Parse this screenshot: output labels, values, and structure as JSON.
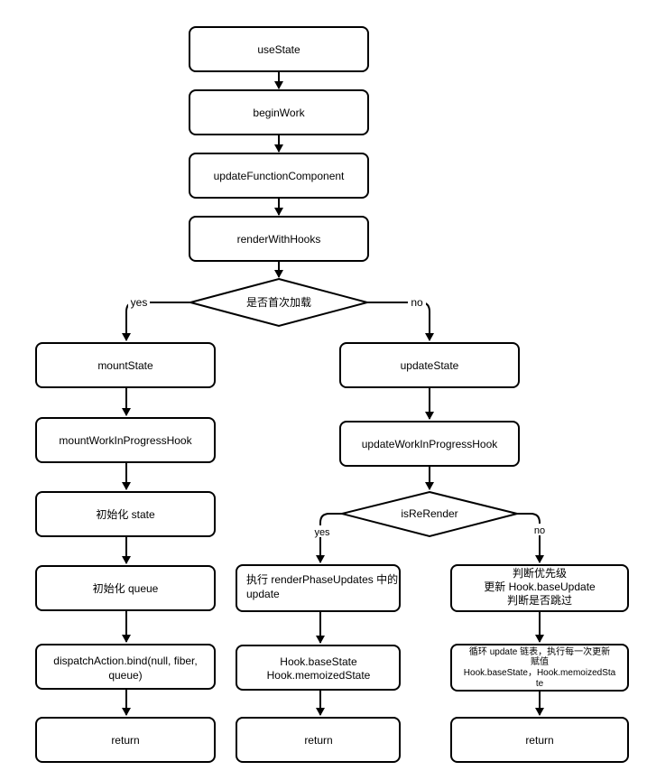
{
  "nodes": {
    "use_state": "useState",
    "begin_work": "beginWork",
    "update_function_component": "updateFunctionComponent",
    "render_with_hooks": "renderWithHooks",
    "is_first_load": "是否首次加载",
    "mount_state": "mountState",
    "mount_work_in_progress_hook": "mountWorkInProgressHook",
    "init_state": "初始化 state",
    "init_queue": "初始化 queue",
    "dispatch_bind_line1": "dispatchAction.bind(null, fiber,",
    "dispatch_bind_line2": "queue)",
    "return_left": "return",
    "update_state": "updateState",
    "update_work_in_progress_hook": "updateWorkInProgressHook",
    "is_re_render": "isReRender",
    "exec_render_phase_line1": "执行 renderPhaseUpdates 中的",
    "exec_render_phase_line2": "update",
    "hook_base_state": "Hook.baseState",
    "hook_memoized_state": "Hook.memoizedState",
    "return_middle": "return",
    "judge_priority": "判断优先级",
    "update_base_update": "更新 Hook.baseUpdate",
    "judge_skip": "判断是否跳过",
    "loop_line1": "循环 update 链表，执行每一次更新",
    "loop_line2": "赋值",
    "loop_line3": "Hook.baseState，Hook.memoizedSta",
    "loop_line4": "te",
    "return_right": "return"
  },
  "edges": {
    "yes_first": "yes",
    "no_first": "no",
    "yes_rerender": "yes",
    "no_rerender": "no"
  }
}
